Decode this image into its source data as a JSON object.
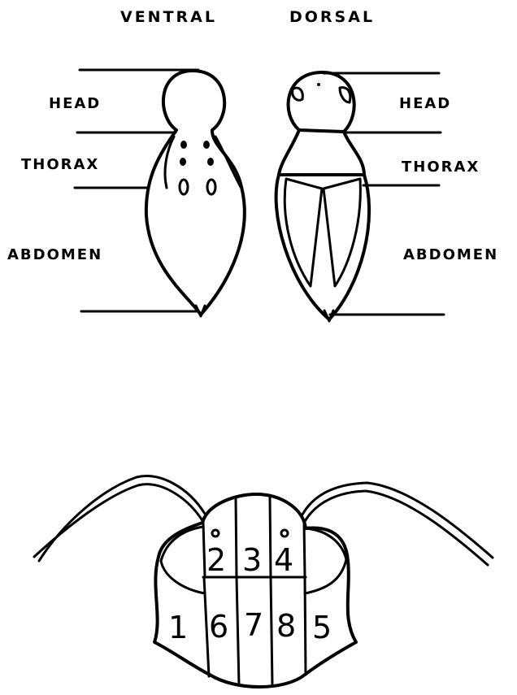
{
  "views": {
    "ventral_label": "VENTRAL",
    "dorsal_label": "DORSAL"
  },
  "ventral_parts": {
    "head": "HEAD",
    "thorax": "THORAX",
    "abdomen": "ABDOMEN"
  },
  "dorsal_parts": {
    "head": "HEAD",
    "thorax": "THORAX",
    "abdomen": "ABDOMEN"
  },
  "head_segments": {
    "seg1": "1",
    "seg2": "2",
    "seg3": "3",
    "seg4": "4",
    "seg5": "5",
    "seg6": "6",
    "seg7": "7",
    "seg8": "8"
  }
}
